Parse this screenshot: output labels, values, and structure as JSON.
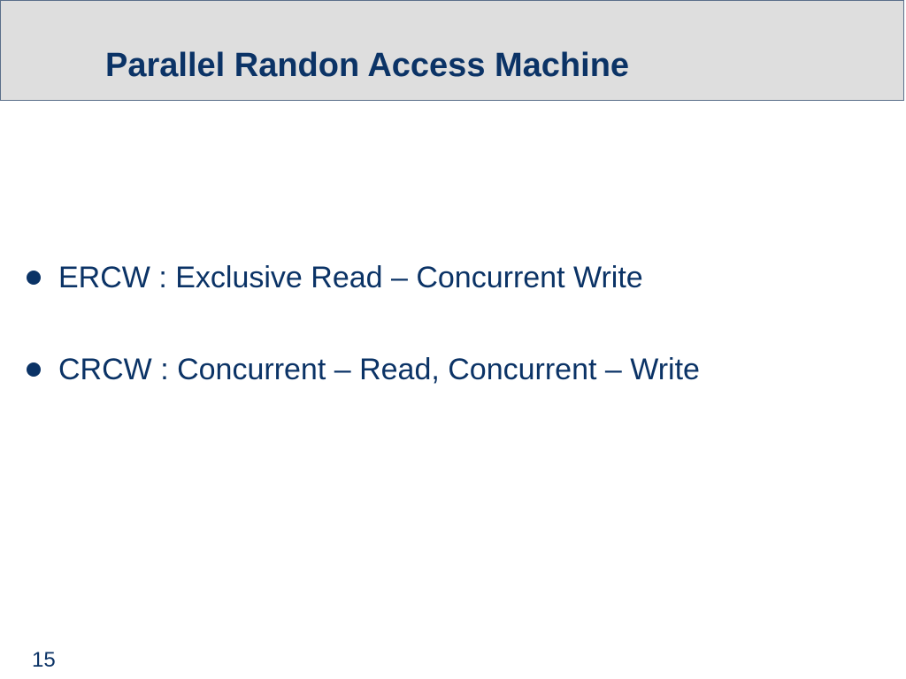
{
  "slide": {
    "title": "Parallel Randon Access Machine",
    "bullets": [
      "ERCW : Exclusive Read – Concurrent Write",
      "CRCW : Concurrent – Read, Concurrent – Write"
    ],
    "page_number": "15"
  },
  "colors": {
    "title_text": "#0b3366",
    "body_text": "#0b3366",
    "title_bar_background": "#dedede",
    "title_bar_border": "#5a6f8a",
    "background": "#ffffff"
  }
}
